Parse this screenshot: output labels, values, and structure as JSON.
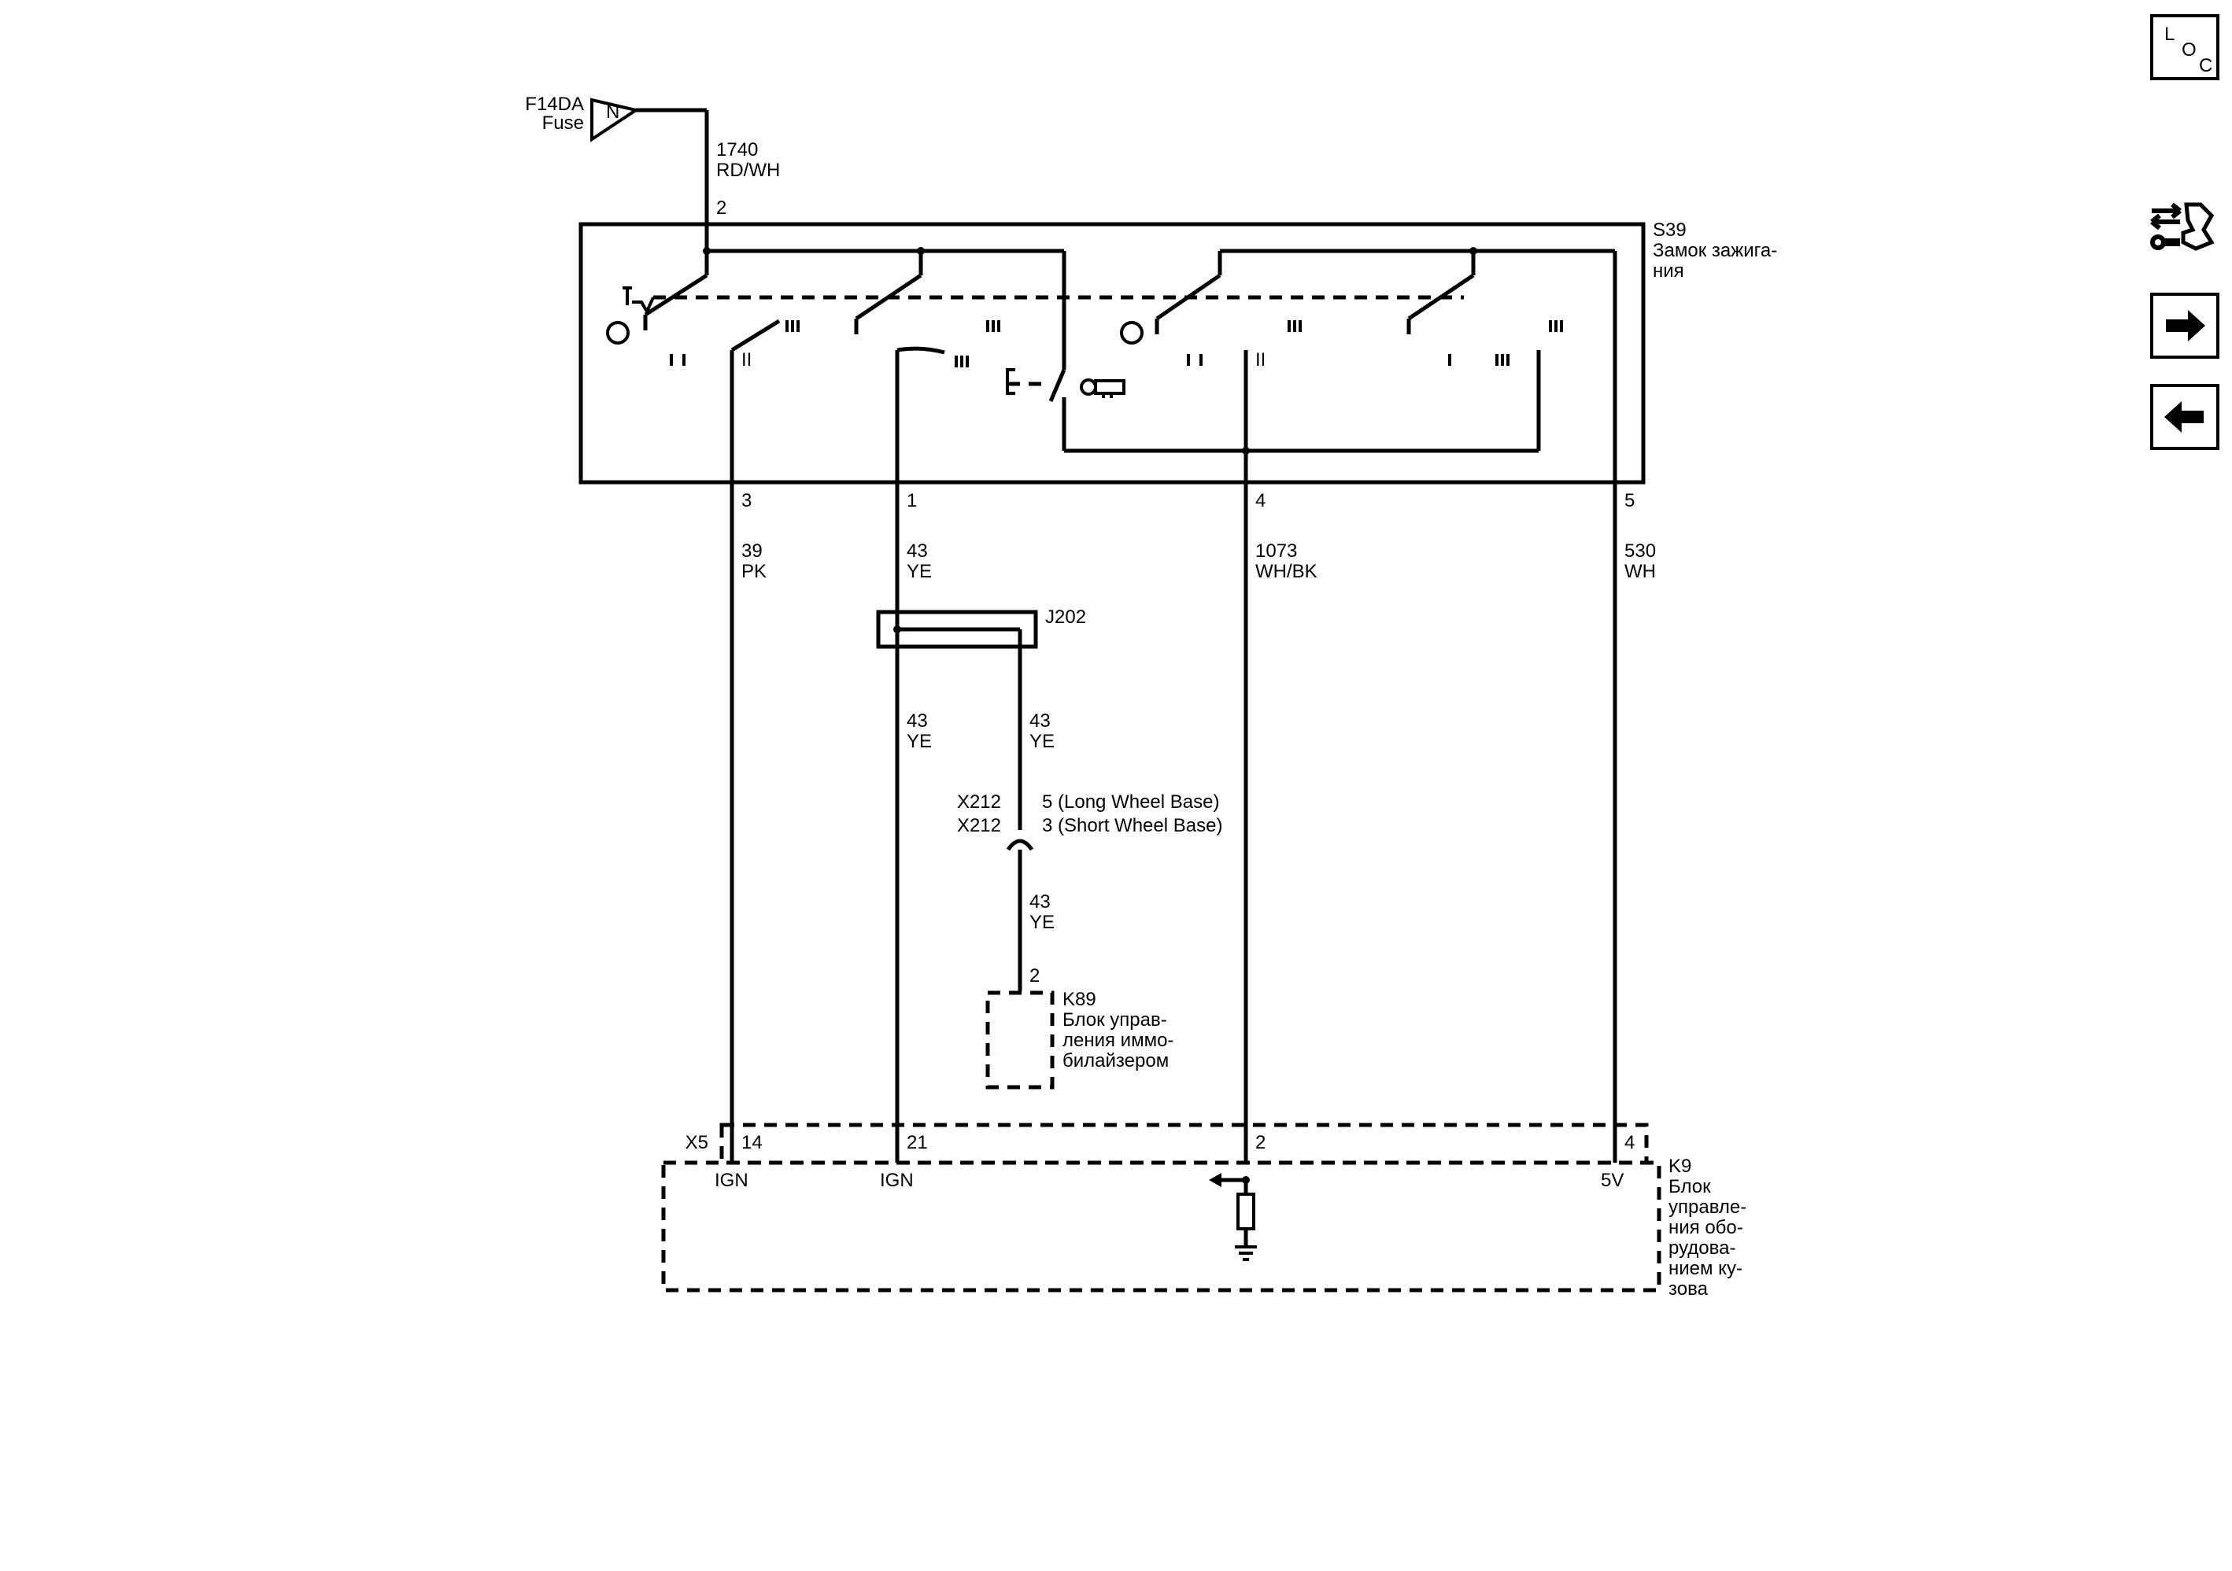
{
  "fuse": {
    "name": "F14DA",
    "label": "Fuse",
    "glyph": "N"
  },
  "feed_wire": {
    "number": "1740",
    "color": "RD/WH",
    "pin": "2"
  },
  "switch": {
    "id": "S39",
    "name_line1": "Замок зажига-",
    "name_line2": "ния",
    "positions": [
      "I",
      "II",
      "III"
    ]
  },
  "wires": [
    {
      "pin": "3",
      "number": "39",
      "color": "PK"
    },
    {
      "pin": "1",
      "number": "43",
      "color": "YE"
    },
    {
      "pin": "4",
      "number": "1073",
      "color": "WH/BK"
    },
    {
      "pin": "5",
      "number": "530",
      "color": "WH"
    }
  ],
  "splice": {
    "id": "J202",
    "left_number": "43",
    "left_color": "YE",
    "right_number": "43",
    "right_color": "YE"
  },
  "connector_x212": {
    "id_a": "X212",
    "pin_a": "5 (Long Wheel Base)",
    "id_b": "X212",
    "pin_b": "3 (Short Wheel Base)",
    "wire_number": "43",
    "wire_color": "YE"
  },
  "immobilizer": {
    "id": "K89",
    "pin": "2",
    "name_line1": "Блок управ-",
    "name_line2": "ления иммо-",
    "name_line3": "билайзером"
  },
  "bcm": {
    "connector": "X5",
    "id": "K9",
    "pins": [
      {
        "pin": "14",
        "signal": "IGN"
      },
      {
        "pin": "21",
        "signal": "IGN"
      },
      {
        "pin": "2",
        "signal": ""
      },
      {
        "pin": "4",
        "signal": "5V"
      }
    ],
    "name_lines": [
      "Блок",
      "управле-",
      "ния обо-",
      "рудова-",
      "нием ку-",
      "зова"
    ]
  },
  "side_nav": {
    "loc_l": "L",
    "loc_o": "O",
    "loc_c": "C"
  },
  "icons": [
    "loc-icon",
    "connector-tool-icon",
    "arrow-right-icon",
    "arrow-left-icon",
    "key-icon",
    "ground-icon"
  ]
}
